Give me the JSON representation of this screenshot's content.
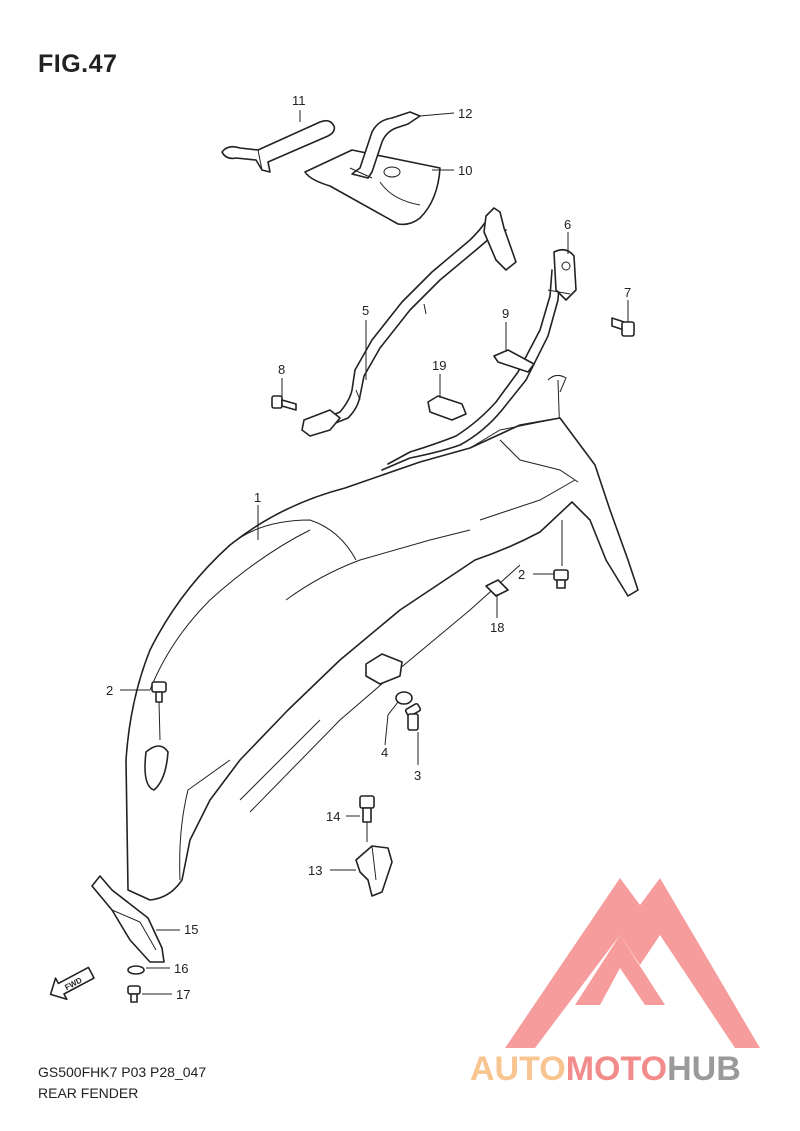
{
  "figure": {
    "title": "FIG.47",
    "model_code": "GS500FHK7 P03 P28_047",
    "caption": "REAR FENDER",
    "fwd_label": "FWD"
  },
  "watermark": {
    "word_part1": "AUTO",
    "word_part2": "MOTO",
    "word_part3": "HUB",
    "color_orange": "#f8c490",
    "color_red": "#f48b8b",
    "color_gray": "#9a9a9a"
  },
  "callouts": [
    {
      "id": "c1",
      "label": "1"
    },
    {
      "id": "c2a",
      "label": "2"
    },
    {
      "id": "c2b",
      "label": "2"
    },
    {
      "id": "c3",
      "label": "3"
    },
    {
      "id": "c4",
      "label": "4"
    },
    {
      "id": "c5",
      "label": "5"
    },
    {
      "id": "c6",
      "label": "6"
    },
    {
      "id": "c7",
      "label": "7"
    },
    {
      "id": "c8",
      "label": "8"
    },
    {
      "id": "c9",
      "label": "9"
    },
    {
      "id": "c10",
      "label": "10"
    },
    {
      "id": "c11",
      "label": "11"
    },
    {
      "id": "c12",
      "label": "12"
    },
    {
      "id": "c13",
      "label": "13"
    },
    {
      "id": "c14",
      "label": "14"
    },
    {
      "id": "c15",
      "label": "15"
    },
    {
      "id": "c16",
      "label": "16"
    },
    {
      "id": "c17",
      "label": "17"
    },
    {
      "id": "c18",
      "label": "18"
    },
    {
      "id": "c19",
      "label": "19"
    }
  ]
}
